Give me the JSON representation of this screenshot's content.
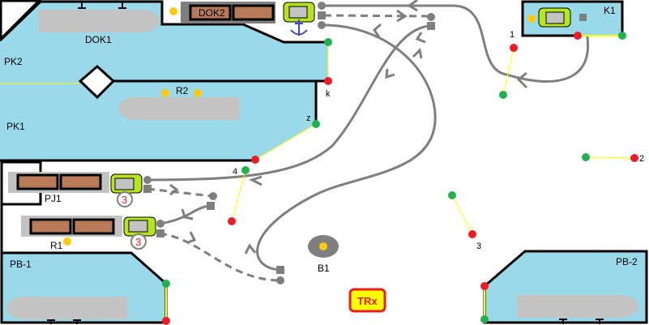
{
  "labels": {
    "dok1": "DOK1",
    "dok2": "DOK2",
    "pk2": "PK2",
    "pk1": "PK1",
    "r2": "R2",
    "k": "k",
    "z": "z",
    "four": "4",
    "pj1": "PJ1",
    "r1": "R1",
    "pb1": "PB-1",
    "pb2": "PB-2",
    "b1": "B1",
    "k1": "K1",
    "one": "1",
    "two": "2",
    "three": "3",
    "trx": "TRx",
    "pj1_count": "3",
    "r1_count": "3"
  },
  "colors": {
    "water": "#99d9ea",
    "ship": "#c3c3c3",
    "cargo": "#b97a57",
    "vehicle": "#b5e61d",
    "signal_green": "#22b14c",
    "signal_red": "#ed1c24",
    "marker": "#ffc90e",
    "route": "#7f7f7f",
    "anchor": "#3f48cc"
  }
}
